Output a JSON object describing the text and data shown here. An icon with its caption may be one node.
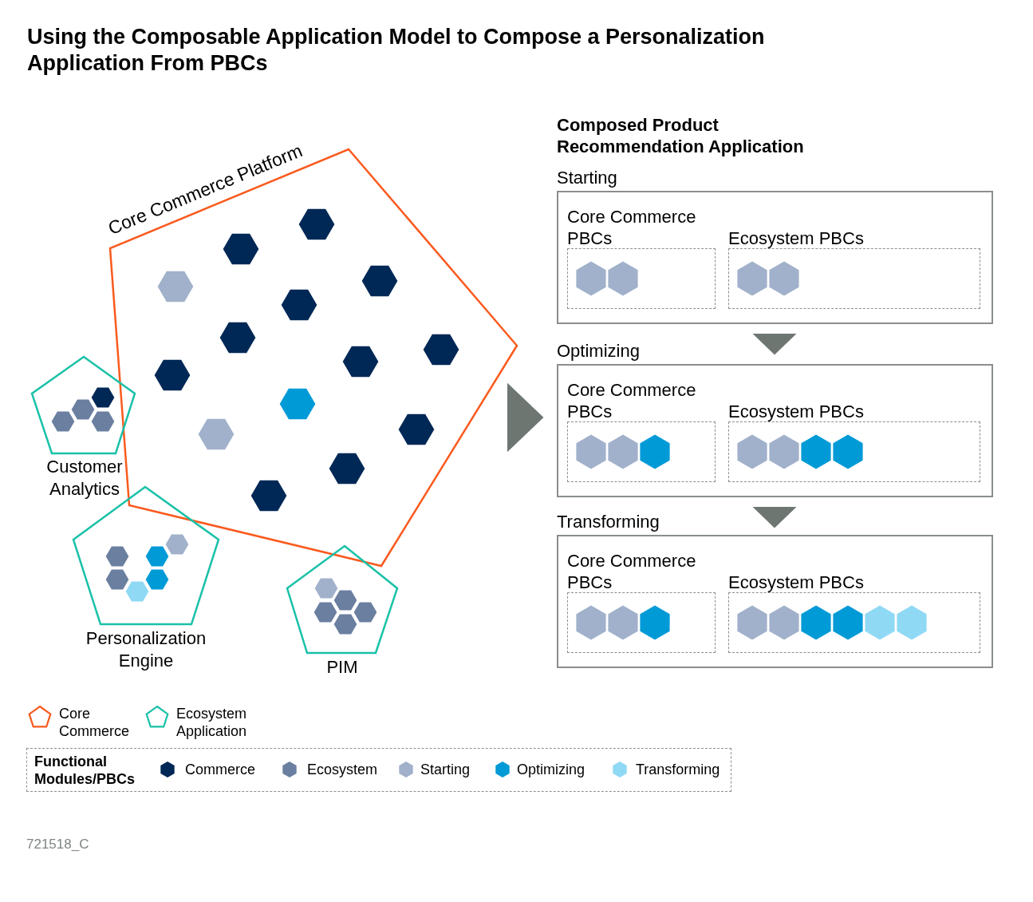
{
  "diagram": {
    "title": "Using the Composable Application Model to Compose a Personalization Application From PBCs",
    "nodes": [
      {
        "text": [
          "Core Commerce Platform"
        ]
      },
      {
        "text": [
          "Customer Analytics"
        ]
      },
      {
        "text": [
          "Personalization Engine"
        ]
      },
      {
        "text": [
          "PIM"
        ]
      },
      {
        "text": [
          "Composed Product Recommendation Application",
          "Starting"
        ]
      },
      {
        "text": [
          "Core Commerce PBCs"
        ],
        "in": 4
      },
      {
        "text": [
          "Ecosystem PBCs"
        ],
        "in": 4
      },
      {
        "text": [
          "Optimizing"
        ]
      },
      {
        "text": [
          "Core Commerce PBCs"
        ],
        "in": 7
      },
      {
        "text": [
          "Ecosystem PBCs"
        ],
        "in": 7
      },
      {
        "text": [
          "Transforming"
        ]
      },
      {
        "text": [
          "Core Commerce PBCs"
        ],
        "in": 10
      },
      {
        "text": [
          "Ecosystem PBCs"
        ],
        "in": 10
      }
    ],
    "edges": [
      {
        "from": 0,
        "to": 7,
        "arrow": "to"
      },
      {
        "from": 4,
        "to": 7,
        "arrow": "to"
      },
      {
        "from": 7,
        "to": 10,
        "arrow": "to"
      }
    ],
    "labels": [
      "Functional Modules/PBCs",
      "721518_C"
    ],
    "legend": [
      {
        "text": "Core Commerce"
      },
      {
        "text": "Ecosystem Application"
      },
      {
        "text": "Commerce",
        "color": "#002856"
      },
      {
        "text": "Ecosystem",
        "color": "#6b7fa0"
      },
      {
        "text": "Starting",
        "color": "#a1b1cb"
      },
      {
        "text": "Optimizing",
        "color": "#009ad7"
      },
      {
        "text": "Transforming",
        "color": "#8fd9f5"
      }
    ]
  }
}
